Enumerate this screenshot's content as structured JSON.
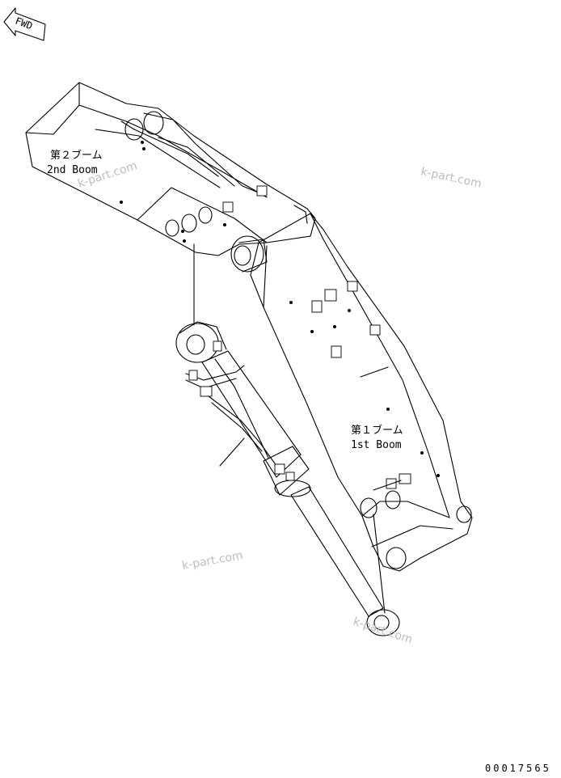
{
  "fwd_indicator": {
    "label": "FWD"
  },
  "labels": {
    "second_boom_jp": "第２ブーム",
    "second_boom_en": "2nd Boom",
    "first_boom_jp": "第１ブーム",
    "first_boom_en": "1st Boom"
  },
  "watermarks": [
    "k-part.com",
    "k-part.com",
    "k-part.com",
    "k-part.com"
  ],
  "drawing_number": "00017565"
}
